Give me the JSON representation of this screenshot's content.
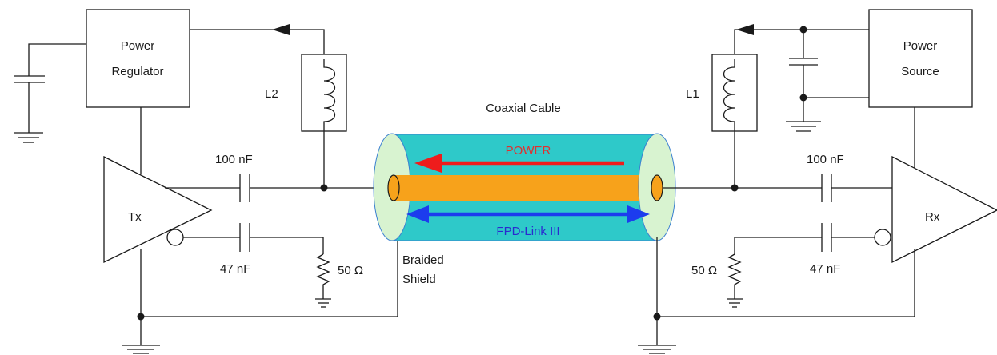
{
  "tx_regulator": {
    "label_line1": "Power",
    "label_line2": "Regulator"
  },
  "rx_source": {
    "label_line1": "Power",
    "label_line2": "Source"
  },
  "inductors": {
    "tx_label": "L2",
    "rx_label": "L1"
  },
  "capacitors": {
    "tx_coupling": "100 nF",
    "tx_termination": "47 nF",
    "rx_coupling": "100 nF",
    "rx_termination": "47 nF"
  },
  "resistors": {
    "tx_termination": "50 Ω",
    "rx_termination": "50 Ω"
  },
  "transceivers": {
    "tx_label": "Tx",
    "rx_label": "Rx"
  },
  "cable": {
    "title": "Coaxial Cable",
    "power_label": "POWER",
    "signal_label": "FPD-Link III",
    "shield_line1": "Braided",
    "shield_line2": "Shield"
  },
  "colors": {
    "cable_body": "#2ec9c9",
    "cable_end": "#d8f3d0",
    "cable_end_stroke": "#3a7fd0",
    "core": "#f7a21b",
    "power_arrow": "#ee1c1c",
    "signal_arrow": "#1c3cee",
    "power_text": "#e03030",
    "signal_text": "#2a2ad0"
  }
}
